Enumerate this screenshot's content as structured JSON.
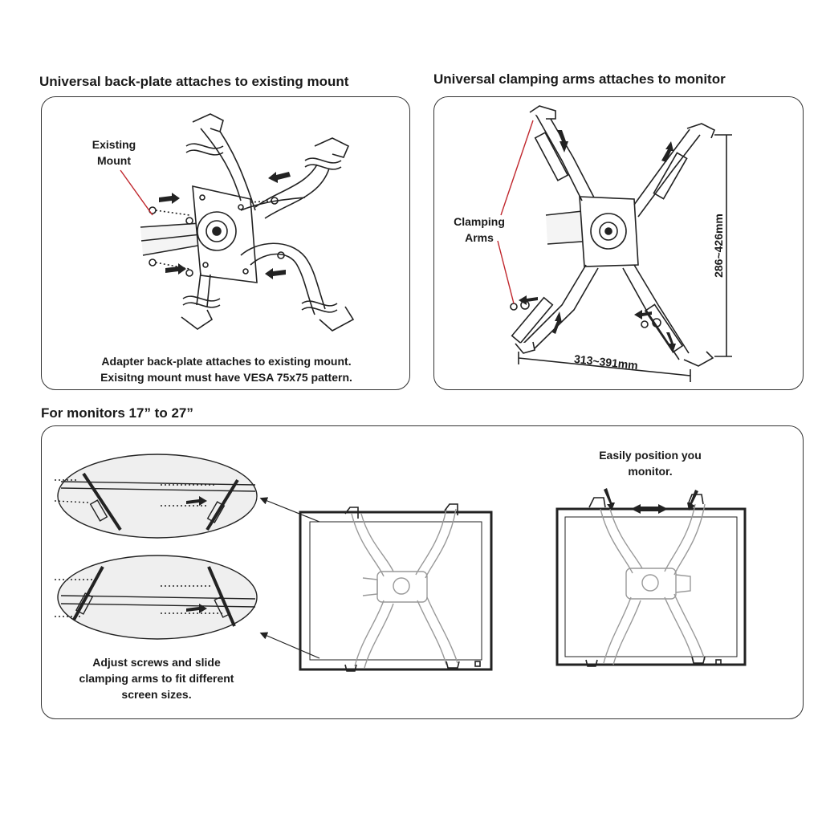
{
  "panel_top_left": {
    "heading": "Universal back-plate attaches to existing mount",
    "callout_line1": "Existing",
    "callout_line2": "Mount",
    "caption_line1": "Adapter back-plate attaches to existing mount.",
    "caption_line2": "Exisitng mount must have VESA 75x75 pattern."
  },
  "panel_top_right": {
    "heading": "Universal clamping arms attaches to monitor",
    "callout_line1": "Clamping",
    "callout_line2": "Arms",
    "dimension_height": "286~426mm",
    "dimension_width": "313~391mm"
  },
  "panel_bottom": {
    "heading": "For monitors 17” to 27”",
    "right_caption_line1": "Easily position you",
    "right_caption_line2": "monitor.",
    "left_caption_line1": "Adjust screws and slide",
    "left_caption_line2": "clamping arms to fit different",
    "left_caption_line3": "screen sizes."
  },
  "colors": {
    "line": "#222222",
    "callout": "#c0272d",
    "border": "#333333"
  }
}
